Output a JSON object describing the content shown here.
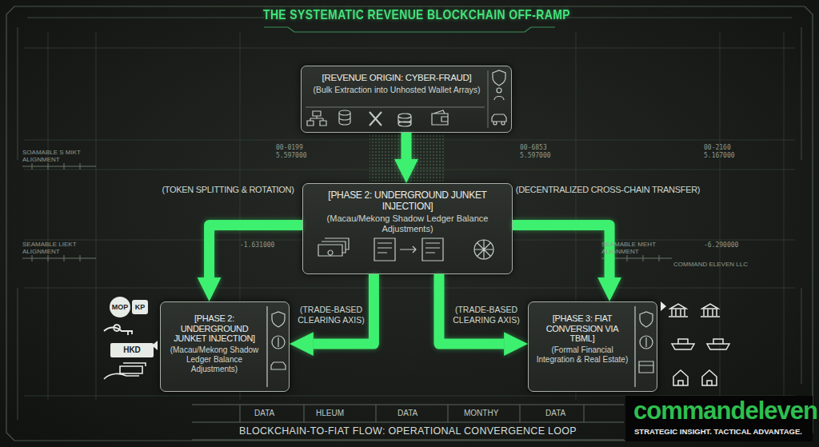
{
  "diagram": {
    "title": "THE SYSTEMATIC REVENUE BLOCKCHAIN OFF-RAMP",
    "caption": "BLOCKCHAIN-TO-FIAT FLOW: OPERATIONAL CONVERGENCE LOOP",
    "nodes": [
      {
        "text": [
          "[REVENUE ORIGIN: CYBER-FRAUD]",
          "(Bulk Extraction into Unhosted Wallet Arrays)"
        ]
      },
      {
        "text": [
          "[PHASE 2: UNDERGROUND JUNKET INJECTION]",
          "(Macau/Mekong Shadow Ledger Balance Adjustments)"
        ]
      },
      {
        "text": [
          "[PHASE 2: UNDERGROUND JUNKET INJECTION]",
          "(Macau/Mekong Shadow Ledger Balance Adjustments)"
        ]
      },
      {
        "text": [
          "[PHASE 3: FIAT CONVERSION VIA TBML]",
          "(Formal Financial Integration & Real Estate)"
        ]
      }
    ],
    "edges": [
      {
        "from": 0,
        "to": 1,
        "arrow": "to"
      },
      {
        "from": 1,
        "to": 2,
        "label": "(TOKEN SPLITTING & ROTATION)",
        "arrow": "to"
      },
      {
        "from": 1,
        "to": 3,
        "label": "(DECENTRALIZED CROSS-CHAIN TRANSFER)",
        "arrow": "to"
      },
      {
        "from": 1,
        "to": 2,
        "label": "(TRADE-BASED CLEARING AXIS)",
        "arrow": "to"
      },
      {
        "from": 1,
        "to": 3,
        "label": "(TRADE-BASED CLEARING AXIS)",
        "arrow": "to"
      }
    ],
    "labels": [
      "00-0199",
      "5.597000",
      "00-6853",
      "5.597000",
      "00-2160",
      "5.167000",
      "SOAMABLE S MIKT ALIGNMENT",
      "SEAMABLE LIEKT ALIGNMENT",
      "-1.631000",
      "SEAMABLE MEHT ALIGNMENT",
      "-6.290000",
      "COMMAND ELEVEN LLC",
      "MOP",
      "KP",
      "HKD",
      "DATA",
      "HLEUM",
      "DATA",
      "MONTHY",
      "DATA",
      "commandeleven",
      "STRATEGIC INSIGHT. TACTICAL ADVANTAGE."
    ]
  }
}
